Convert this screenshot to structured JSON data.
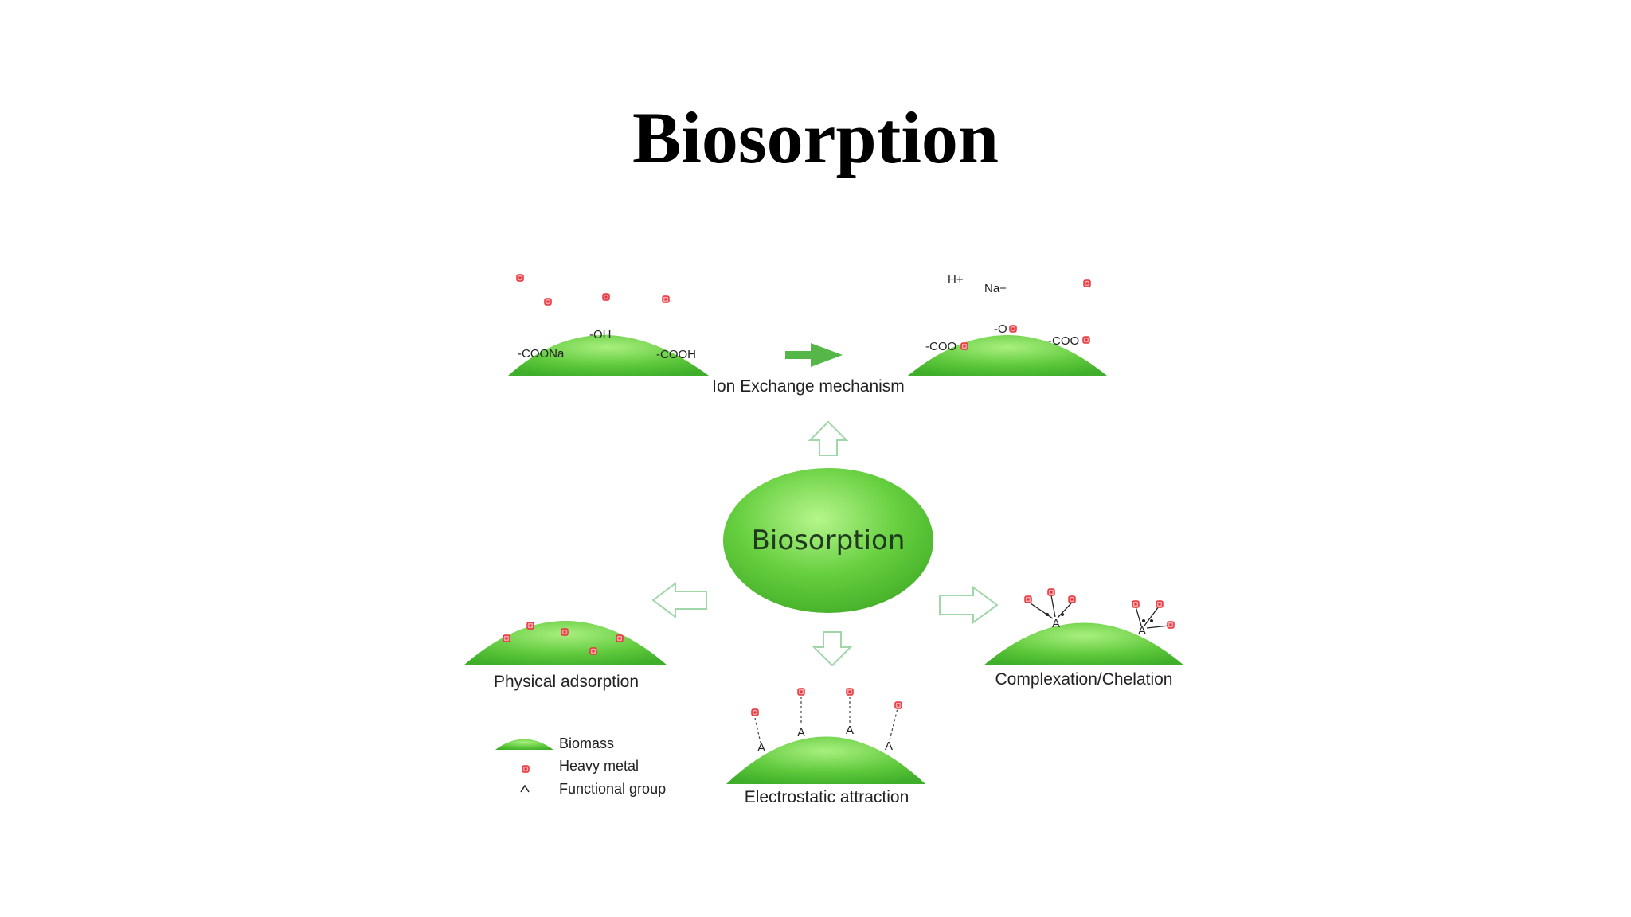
{
  "title": "Biosorption",
  "diagram": {
    "center_label": "Biosorption",
    "mechanisms": {
      "ion_exchange": "Ion Exchange mechanism",
      "physical": "Physical adsorption",
      "complexation": "Complexation/Chelation",
      "electrostatic": "Electrostatic attraction"
    },
    "ion_exchange_before": {
      "groups": [
        "-COONa",
        "-OH",
        "-COOH"
      ]
    },
    "ion_exchange_after": {
      "released": [
        "H+",
        "Na+"
      ],
      "groups": [
        "-COO",
        "-O",
        "-COO"
      ]
    },
    "functional_group_symbol": "A",
    "legend": [
      {
        "label": "Biomass"
      },
      {
        "label": "Heavy metal"
      },
      {
        "label": "Functional group"
      }
    ],
    "colors": {
      "biomass": "#5fc93c",
      "heavy_metal": "#e8333a",
      "arrow_solid": "#55b748",
      "arrow_outline": "#9fd7a8"
    }
  }
}
